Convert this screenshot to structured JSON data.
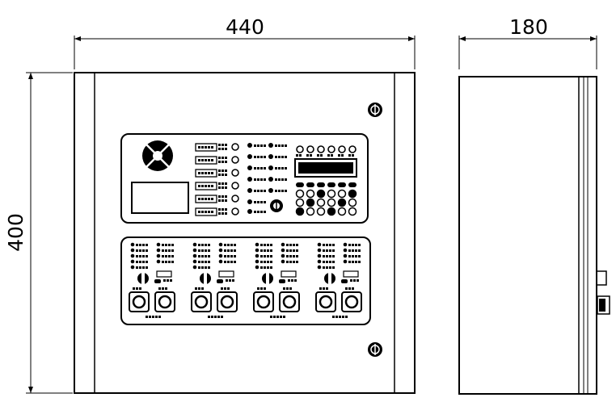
{
  "dimensions": {
    "front_width": "440",
    "side_depth": "180",
    "height": "400"
  },
  "colors": {
    "ink": "#000000",
    "paper": "#ffffff"
  },
  "icons": {
    "front_screw_top": "screw-icon",
    "front_screw_bottom": "screw-icon",
    "speaker": "speaker-grille-icon",
    "center_knob": "knob-icon"
  }
}
